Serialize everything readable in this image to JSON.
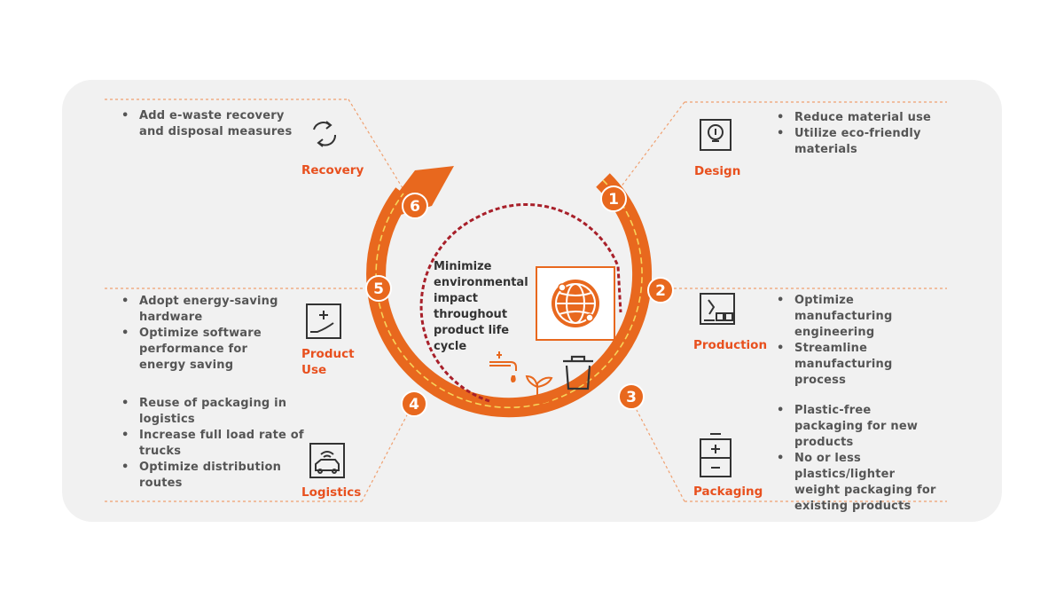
{
  "center_text": "Minimize environmental impact throughout product life cycle",
  "accent_color": "#e8501e",
  "stages": [
    {
      "number": "1",
      "name": "Design",
      "icon": "lightbulb-icon",
      "bullets": [
        "Reduce material use",
        "Utilize eco-friendly materials"
      ]
    },
    {
      "number": "2",
      "name": "Production",
      "icon": "factory-robot-icon",
      "bullets": [
        "Optimize manufacturing engineering",
        "Streamline manufacturing process"
      ]
    },
    {
      "number": "3",
      "name": "Packaging",
      "icon": "package-box-icon",
      "bullets": [
        "Plastic-free packaging for new products",
        "No or less plastics/lighter weight packaging for existing products"
      ]
    },
    {
      "number": "4",
      "name": "Logistics",
      "icon": "truck-wifi-icon",
      "bullets": [
        "Reuse of packaging in logistics",
        "Increase full load rate of trucks",
        "Optimize distribution routes"
      ]
    },
    {
      "number": "5",
      "name": "Product\nUse",
      "icon": "energy-hand-icon",
      "bullets": [
        "Adopt energy-saving hardware",
        "Optimize software performance for energy saving"
      ]
    },
    {
      "number": "6",
      "name": "Recovery",
      "icon": "recycle-icon",
      "bullets": [
        "Add e-waste recovery and disposal measures"
      ]
    }
  ]
}
